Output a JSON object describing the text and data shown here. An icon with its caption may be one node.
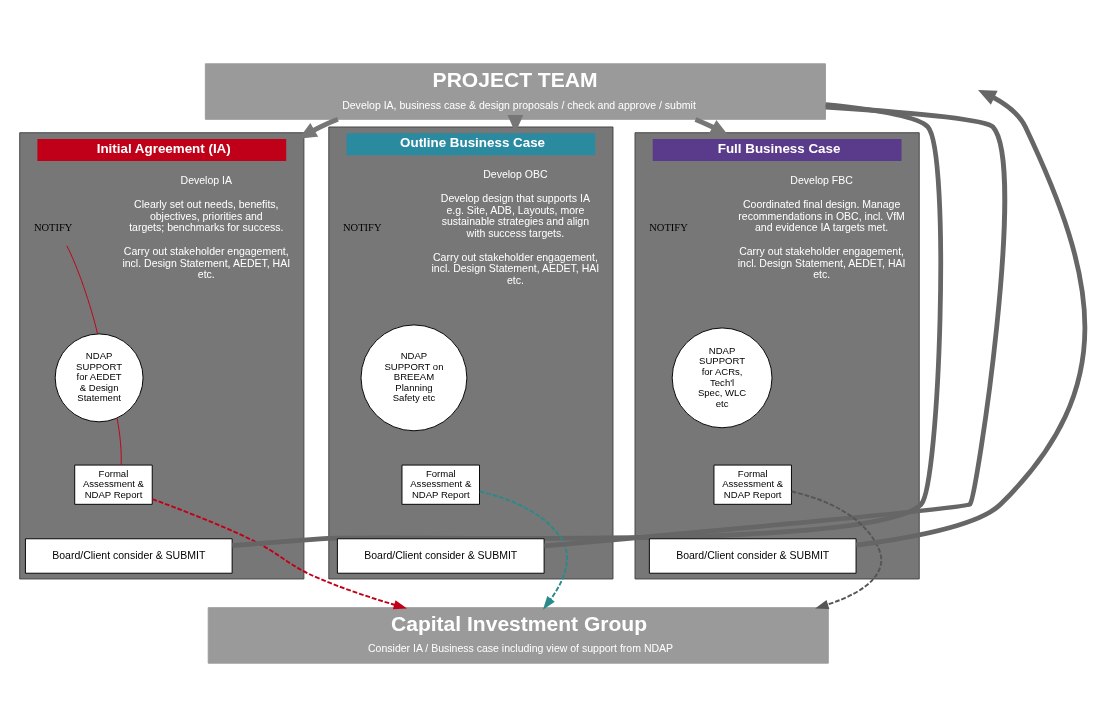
{
  "diagram": {
    "nodes": [
      {
        "text": [
          "PROJECT TEAM",
          "Develop IA, business case & design proposals / check and approve / submit"
        ]
      },
      {
        "text": [
          "Initial Agreement (IA)"
        ]
      },
      {
        "text": [
          "Develop IA",
          "Clearly set out needs, benefits, objectives, priorities and targets; benchmarks for success.",
          "Carry out stakeholder engagement, incl. Design Statement, AEDET, HAI etc."
        ],
        "in": 1
      },
      {
        "text": [
          "NOTIFY"
        ],
        "in": 1
      },
      {
        "text": [
          "NDAP SUPPORT for AEDET & Design Statement"
        ],
        "in": 1
      },
      {
        "text": [
          "Formal Assessment & NDAP Report"
        ],
        "in": 1
      },
      {
        "text": [
          "Board/Client consider & SUBMIT"
        ],
        "in": 1
      },
      {
        "text": [
          "Outline Business Case"
        ]
      },
      {
        "text": [
          "Develop OBC",
          "Develop design that supports IA e.g. Site, ADB, Layouts, more sustainable strategies and align with success targets.",
          "Carry out stakeholder engagement, incl. Design Statement, AEDET, HAI etc."
        ],
        "in": 7
      },
      {
        "text": [
          "NOTIFY"
        ],
        "in": 7
      },
      {
        "text": [
          "NDAP SUPPORT on BREEAM Planning Safety etc"
        ],
        "in": 7
      },
      {
        "text": [
          "Formal Assessment & NDAP Report"
        ],
        "in": 7
      },
      {
        "text": [
          "Board/Client consider & SUBMIT"
        ],
        "in": 7
      },
      {
        "text": [
          "Full Business Case"
        ]
      },
      {
        "text": [
          "Develop FBC",
          "Coordinated final design. Manage recommendations in OBC, incl. VfM and evidence IA targets met.",
          "Carry out stakeholder engagement, incl. Design Statement, AEDET, HAI etc."
        ],
        "in": 13
      },
      {
        "text": [
          "NOTIFY"
        ],
        "in": 13
      },
      {
        "text": [
          "NDAP SUPPORT for ACRs, Tech'l Spec, WLC etc"
        ],
        "in": 13
      },
      {
        "text": [
          "Formal Assessment & NDAP Report"
        ],
        "in": 13
      },
      {
        "text": [
          "Board/Client consider & SUBMIT"
        ],
        "in": 13
      },
      {
        "text": [
          "Capital Investment Group",
          "Consider IA / Business case including view of support from NDAP"
        ]
      }
    ],
    "edges": [
      {
        "from": 0,
        "to": 1,
        "arrow": "to",
        "color": "#777777",
        "style": "thick"
      },
      {
        "from": 0,
        "to": 7,
        "arrow": "to",
        "color": "#777777",
        "style": "thick"
      },
      {
        "from": 0,
        "to": 13,
        "arrow": "to",
        "color": "#777777",
        "style": "thick"
      },
      {
        "from": 3,
        "to": 4,
        "arrow": "none",
        "color": "#c00018"
      },
      {
        "from": 4,
        "to": 5,
        "arrow": "none",
        "color": "#c00018"
      },
      {
        "from": 5,
        "to": 19,
        "arrow": "to",
        "style": "dashed",
        "color": "#c00018"
      },
      {
        "from": 11,
        "to": 19,
        "arrow": "to",
        "style": "dashed",
        "color": "#2a8a8a"
      },
      {
        "from": 17,
        "to": 19,
        "arrow": "to",
        "style": "dashed",
        "color": "#555555"
      },
      {
        "from": 6,
        "to": 0,
        "arrow": "none",
        "style": "thick",
        "color": "#666666"
      },
      {
        "from": 12,
        "to": 0,
        "arrow": "none",
        "style": "thick",
        "color": "#666666"
      },
      {
        "from": 18,
        "to": null,
        "arrow": "to",
        "style": "thick",
        "color": "#666666"
      }
    ]
  }
}
